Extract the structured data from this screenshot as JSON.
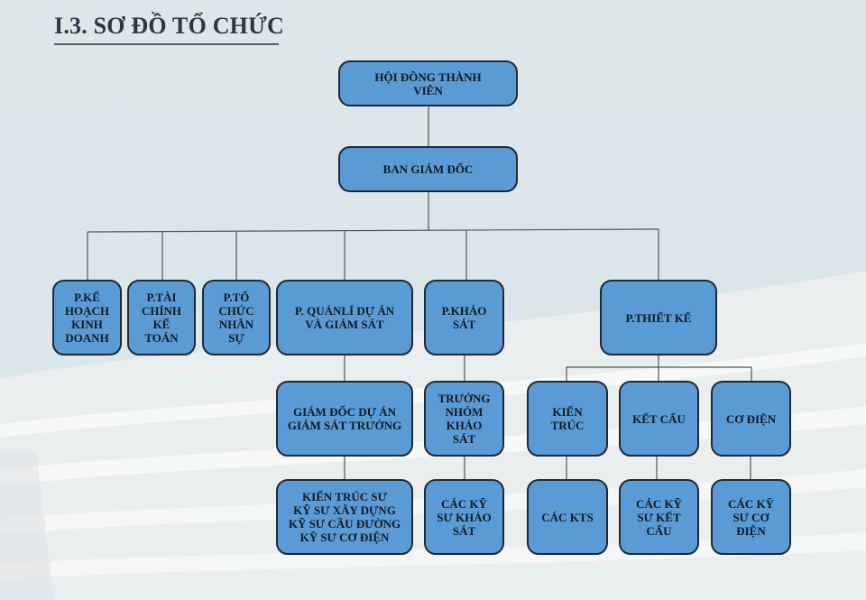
{
  "title": "I.3. SƠ ĐỒ TỔ CHỨC",
  "colors": {
    "box_fill": "#5b9bd5",
    "box_border": "#1f2a33",
    "connector": "#555555",
    "title": "#2b3848"
  },
  "org": {
    "board": "HỘI ĐỒNG THÀNH\nVIÊN",
    "directors": "BAN GIÁM ĐỐC",
    "departments": {
      "business_planning": "P.KẾ\nHOẠCH\nKINH\nDOANH",
      "finance_accounting": "P.TÀI\nCHÍNH\nKẾ\nTOÁN",
      "hr": "P.TỔ\nCHỨC\nNHÂN\nSỰ",
      "project_management": "P. QUẢNLÍ DỰ ÁN\nVÀ GIÁM SÁT",
      "survey": "P.KHẢO\nSÁT",
      "design": "P.THIẾT KẾ"
    },
    "project_management_children": {
      "level1": "GIÁM ĐỐC DỰ ÁN\nGIÁM SÁT TRƯỞNG",
      "level2": "KIẾN TRÚC SƯ\nKỸ SƯ XÂY DỰNG\nKỸ SƯ CẦU ĐƯỜNG\nKỸ SƯ CƠ ĐIỆN"
    },
    "survey_children": {
      "level1": "TRƯỞNG\nNHÓM\nKHẢO\nSÁT",
      "level2": "CÁC KỸ\nSƯ KHẢO\nSÁT"
    },
    "design_children": {
      "architecture": "KIẾN\nTRÚC",
      "structure": "KẾT CẤU",
      "mep": "CƠ ĐIỆN",
      "architects": "CÁC KTS",
      "structural_engineers": "CÁC KỸ\nSƯ KẾT\nCẤU",
      "mep_engineers": "CÁC KỸ\nSƯ CƠ\nĐIỆN"
    }
  }
}
